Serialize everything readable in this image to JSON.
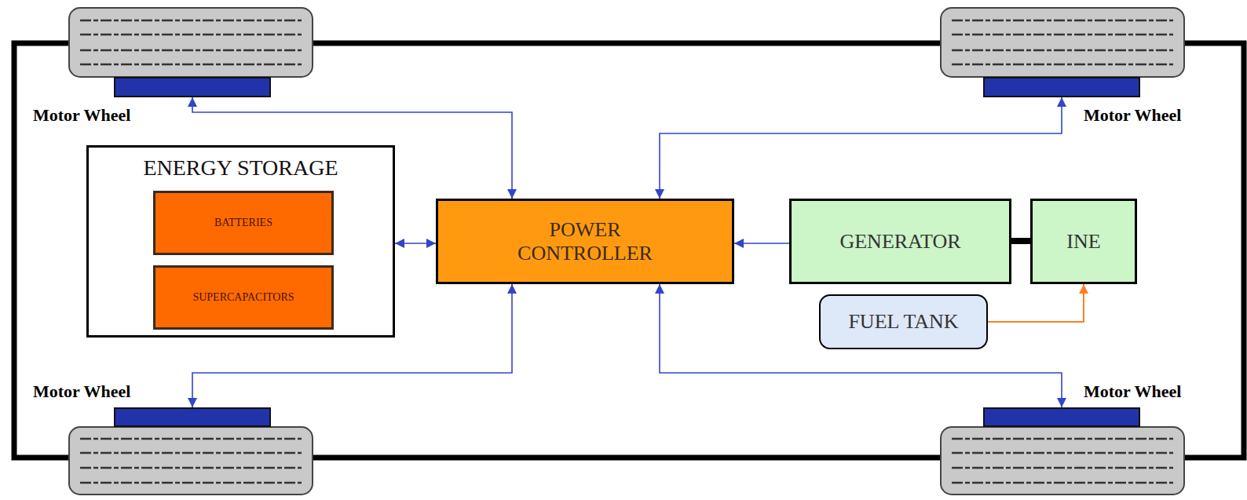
{
  "diagram": {
    "nodes": [
      {
        "text": [
          "Motor Wheel"
        ]
      },
      {
        "text": [
          "Motor Wheel"
        ]
      },
      {
        "text": [
          "ENERGY STORAGE"
        ]
      },
      {
        "text": [
          "BATTERIES"
        ],
        "in": 2
      },
      {
        "text": [
          "SUPERCAPACITORS"
        ],
        "in": 2
      },
      {
        "text": [
          "POWER CONTROLLER"
        ]
      },
      {
        "text": [
          "GENERATOR"
        ]
      },
      {
        "text": [
          "INE"
        ]
      },
      {
        "text": [
          "FUEL TANK"
        ]
      },
      {
        "text": [
          "Motor Wheel"
        ]
      },
      {
        "text": [
          "Motor Wheel"
        ]
      }
    ],
    "edges": [
      {
        "from": 5,
        "to": 0,
        "arrow": "both"
      },
      {
        "from": 5,
        "to": 1,
        "arrow": "both"
      },
      {
        "from": 2,
        "to": 5,
        "arrow": "both"
      },
      {
        "from": 6,
        "to": 5,
        "arrow": "to"
      },
      {
        "from": 6,
        "to": 7,
        "arrow": "none"
      },
      {
        "from": 8,
        "to": 7,
        "arrow": "to"
      },
      {
        "from": 5,
        "to": 9,
        "arrow": "both"
      },
      {
        "from": 5,
        "to": 10,
        "arrow": "both"
      }
    ]
  }
}
